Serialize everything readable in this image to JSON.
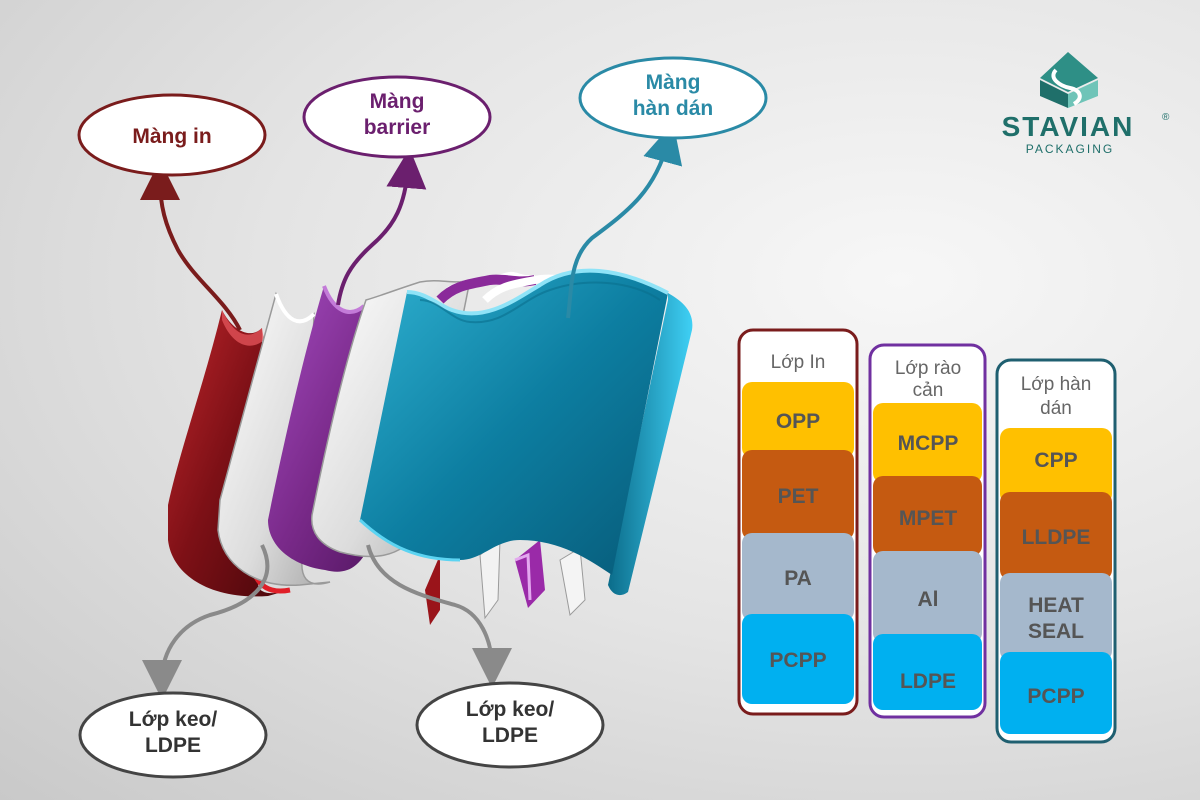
{
  "brand": {
    "name": "STAVIAN",
    "registered": "®",
    "tagline": "PACKAGING",
    "color": "#1f6f6a"
  },
  "callouts": {
    "print_film": {
      "lines": [
        "Màng in"
      ],
      "color": "#7a1c1c"
    },
    "barrier_film": {
      "lines": [
        "Màng",
        "barrier"
      ],
      "color": "#6b1f6e"
    },
    "seal_film": {
      "lines": [
        "Màng",
        "hàn dán"
      ],
      "color": "#2a8aa6"
    },
    "adhesive_1": {
      "lines": [
        "Lớp keo/",
        "LDPE"
      ],
      "color": "#444444"
    },
    "adhesive_2": {
      "lines": [
        "Lớp keo/",
        "LDPE"
      ],
      "color": "#444444"
    }
  },
  "columns": [
    {
      "title": [
        "Lớp In"
      ],
      "border": "#7a1c1c",
      "cells": [
        {
          "label": "OPP",
          "color": "#ffc000"
        },
        {
          "label": "PET",
          "color": "#c55a11"
        },
        {
          "label": "PA",
          "color": "#a5b8cc"
        },
        {
          "label": "PCPP",
          "color": "#00b0f0"
        }
      ]
    },
    {
      "title": [
        "Lớp rào",
        "cản"
      ],
      "border": "#7030a0",
      "cells": [
        {
          "label": "MCPP",
          "color": "#ffc000"
        },
        {
          "label": "MPET",
          "color": "#c55a11"
        },
        {
          "label": "Al",
          "color": "#a5b8cc"
        },
        {
          "label": "LDPE",
          "color": "#00b0f0"
        }
      ]
    },
    {
      "title": [
        "Lớp hàn",
        "dán"
      ],
      "border": "#1f5f70",
      "cells": [
        {
          "label": "CPP",
          "color": "#ffc000"
        },
        {
          "label": "LLDPE",
          "color": "#c55a11"
        },
        {
          "label": "HEAT SEAL",
          "color": "#a5b8cc"
        },
        {
          "label": "PCPP",
          "color": "#00b0f0"
        }
      ]
    }
  ],
  "layers": [
    {
      "name": "print-film-layer",
      "color": "#8b1a1f"
    },
    {
      "name": "adhesive-layer-1",
      "color": "#ffffff"
    },
    {
      "name": "barrier-film-layer",
      "color": "#7a2a8a"
    },
    {
      "name": "adhesive-layer-2",
      "color": "#ffffff"
    },
    {
      "name": "seal-film-layer",
      "color": "#1890b4"
    }
  ]
}
